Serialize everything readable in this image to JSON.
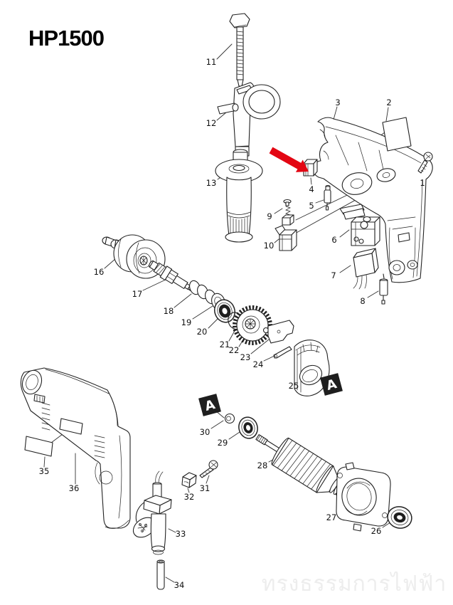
{
  "title": "HP1500",
  "diagram": {
    "type": "exploded-parts-diagram"
  },
  "watermark": "ทรงธรรมการไฟฟ้า",
  "colors": {
    "arrow_red": "#e30613",
    "line": "#222222",
    "watermark_gray": "#ededed"
  },
  "marker": {
    "label": "A"
  },
  "red_arrow": {
    "color": "#e30613",
    "target_callout": "4"
  },
  "callouts": {
    "c1": "1",
    "c2": "2",
    "c3": "3",
    "c4": "4",
    "c5": "5",
    "c6": "6",
    "c7": "7",
    "c8": "8",
    "c9": "9",
    "c10": "10",
    "c11": "11",
    "c12": "12",
    "c13": "13",
    "c16": "16",
    "c17": "17",
    "c18": "18",
    "c19": "19",
    "c20": "20",
    "c21": "21",
    "c22": "22",
    "c23": "23",
    "c24": "24",
    "c25": "25",
    "c26": "26",
    "c27": "27",
    "c28": "28",
    "c29": "29",
    "c30": "30",
    "c31": "31",
    "c32": "32",
    "c33": "33",
    "c34": "34",
    "c35": "35",
    "c36": "36"
  }
}
